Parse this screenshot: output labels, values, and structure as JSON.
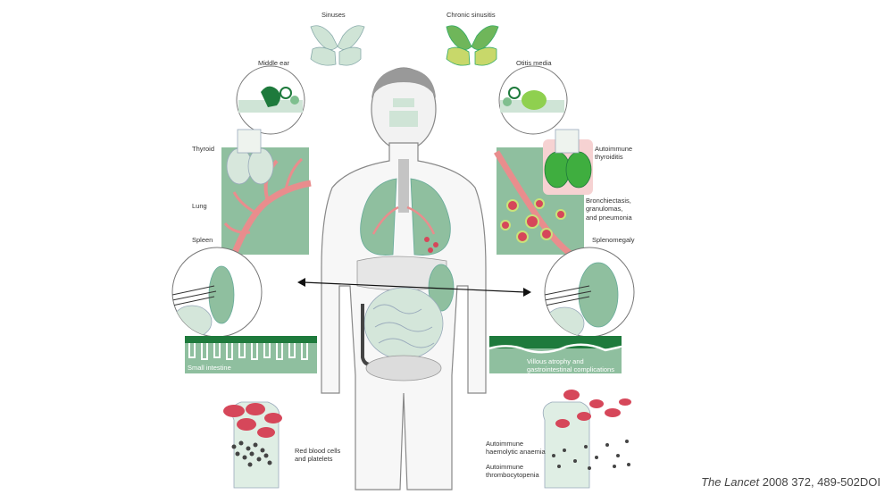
{
  "labels": {
    "sinuses": "Sinuses",
    "chronic_sinusitis": "Chronic sinusitis",
    "middle_ear": "Middle ear",
    "otitis_media": "Otitis media",
    "thyroid": "Thyroid",
    "autoimmune_thyroiditis_1": "Autoimmune",
    "autoimmune_thyroiditis_2": "thyroiditis",
    "lung": "Lung",
    "bronchiectasis_1": "Bronchiectasis,",
    "bronchiectasis_2": "granulomas,",
    "bronchiectasis_3": "and pneumonia",
    "spleen": "Spleen",
    "splenomegaly": "Splenomegaly",
    "small_intestine": "Small intestine",
    "villous_1": "Villous atrophy and",
    "villous_2": "gastrointestinal complications",
    "rbc_1": "Red blood cells",
    "rbc_2": "and platelets",
    "aha_1": "Autoimmune",
    "aha_2": "haemolytic anaemia",
    "atp_1": "Autoimmune",
    "atp_2": "thrombocytopenia"
  },
  "citation": {
    "journal": "The Lancet",
    "reference": " 2008 372, 489-502DOI"
  },
  "colors": {
    "tissue_green": "#8fbf9f",
    "dark_green": "#1e7a3c",
    "bright_green": "#3fae3f",
    "vessel_pink": "#e98d8d",
    "red_cell": "#d6475a",
    "body_outline": "#888888",
    "body_fill": "#f2f2f2"
  }
}
